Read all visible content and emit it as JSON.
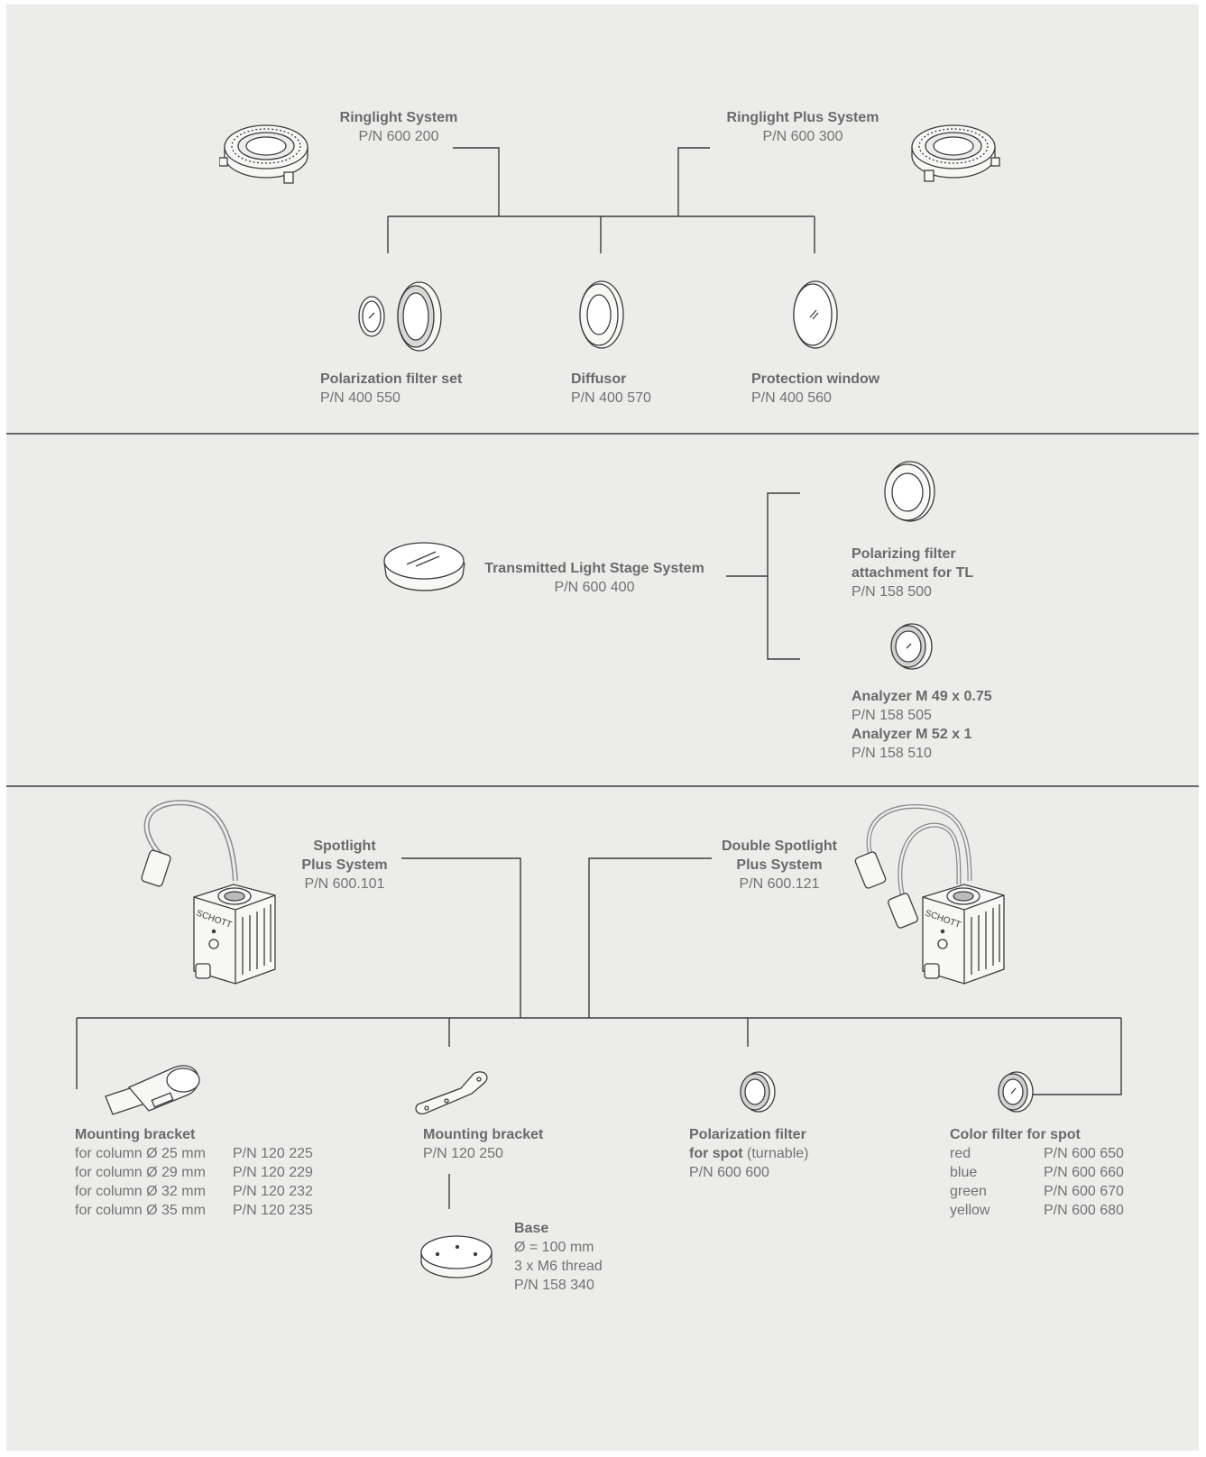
{
  "sections": {
    "ringlight": {
      "ringlight_system": {
        "name": "Ringlight System",
        "pn": "P/N 600 200"
      },
      "ringlight_plus_system": {
        "name": "Ringlight Plus System",
        "pn": "P/N 600 300"
      },
      "polarization_filter_set": {
        "name": "Polarization filter set",
        "pn": "P/N 400 550"
      },
      "diffusor": {
        "name": "Diffusor",
        "pn": "P/N 400 570"
      },
      "protection_window": {
        "name": "Protection window",
        "pn": "P/N 400 560"
      }
    },
    "transmitted": {
      "stage_system": {
        "name": "Transmitted Light Stage System",
        "pn": "P/N 600 400"
      },
      "polarizing_filter": {
        "name_line1": "Polarizing filter",
        "name_line2": "attachment for TL",
        "pn": "P/N 158 500"
      },
      "analyzer_49": {
        "name": "Analyzer M 49 x 0.75",
        "pn": "P/N 158 505"
      },
      "analyzer_52": {
        "name": "Analyzer M 52 x 1",
        "pn": "P/N 158 510"
      }
    },
    "spotlight": {
      "spotlight_plus": {
        "name_line1": "Spotlight",
        "name_line2": "Plus System",
        "pn": "P/N 600.101"
      },
      "double_spotlight_plus": {
        "name_line1": "Double Spotlight",
        "name_line2": "Plus System",
        "pn": "P/N 600.121"
      },
      "brand_mark": "SCHOTT",
      "mounting_bracket_column": {
        "name": "Mounting bracket",
        "rows": [
          {
            "label": "for column Ø 25 mm",
            "pn": "P/N 120 225"
          },
          {
            "label": "for column Ø 29 mm",
            "pn": "P/N 120 229"
          },
          {
            "label": "for column Ø 32 mm",
            "pn": "P/N 120 232"
          },
          {
            "label": "for column Ø 35 mm",
            "pn": "P/N 120 235"
          }
        ]
      },
      "mounting_bracket": {
        "name": "Mounting bracket",
        "pn": "P/N 120 250"
      },
      "base": {
        "name": "Base",
        "diameter": "Ø = 100 mm",
        "thread": "3 x M6 thread",
        "pn": "P/N 158 340"
      },
      "polarization_filter_spot": {
        "name_line1": "Polarization filter",
        "name_line2_bold": "for spot",
        "name_line2_rest": " (turnable)",
        "pn": "P/N 600 600"
      },
      "color_filter": {
        "name": "Color filter for spot",
        "rows": [
          {
            "color": "red",
            "pn": "P/N 600 650"
          },
          {
            "color": "blue",
            "pn": "P/N 600 660"
          },
          {
            "color": "green",
            "pn": "P/N 600 670"
          },
          {
            "color": "yellow",
            "pn": "P/N 600 680"
          }
        ]
      }
    }
  },
  "colors": {
    "background": "#ececeb",
    "line": "#3c3c3c",
    "text": "#727272"
  }
}
